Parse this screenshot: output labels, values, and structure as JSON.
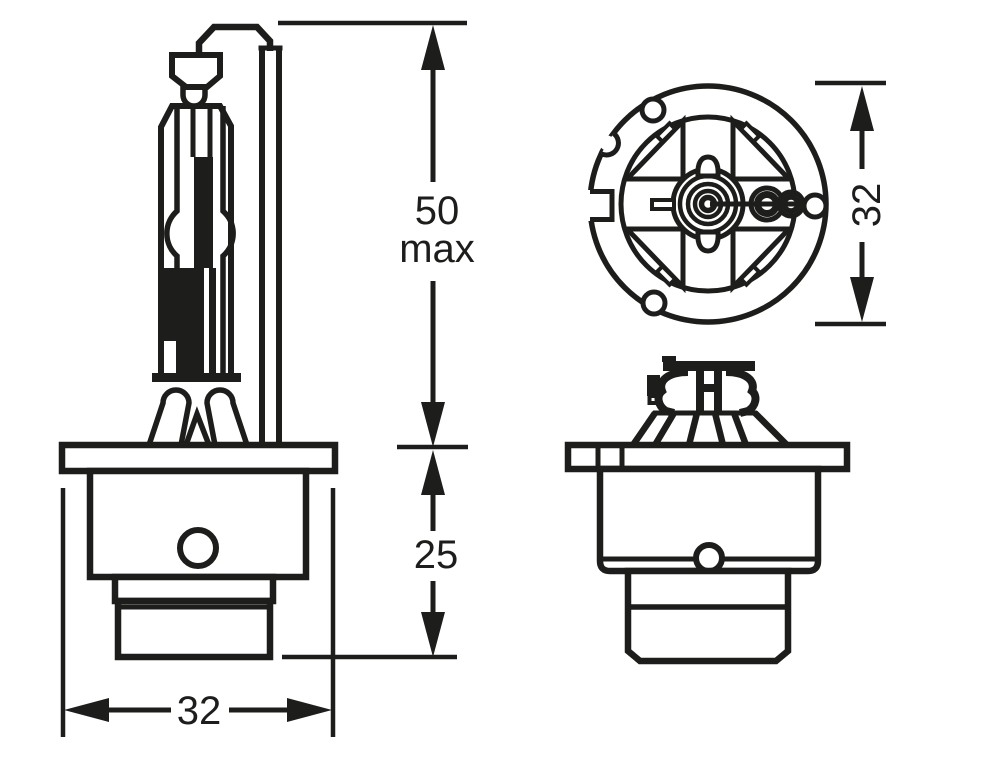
{
  "colors": {
    "ink": "#1d1d1b",
    "paper": "#ffffff"
  },
  "dimensions": {
    "overall_length": {
      "value": "50",
      "qualifier": "max"
    },
    "base_height": {
      "value": "25"
    },
    "base_width": {
      "value": "32"
    },
    "cap_diameter": {
      "value": "32"
    }
  }
}
